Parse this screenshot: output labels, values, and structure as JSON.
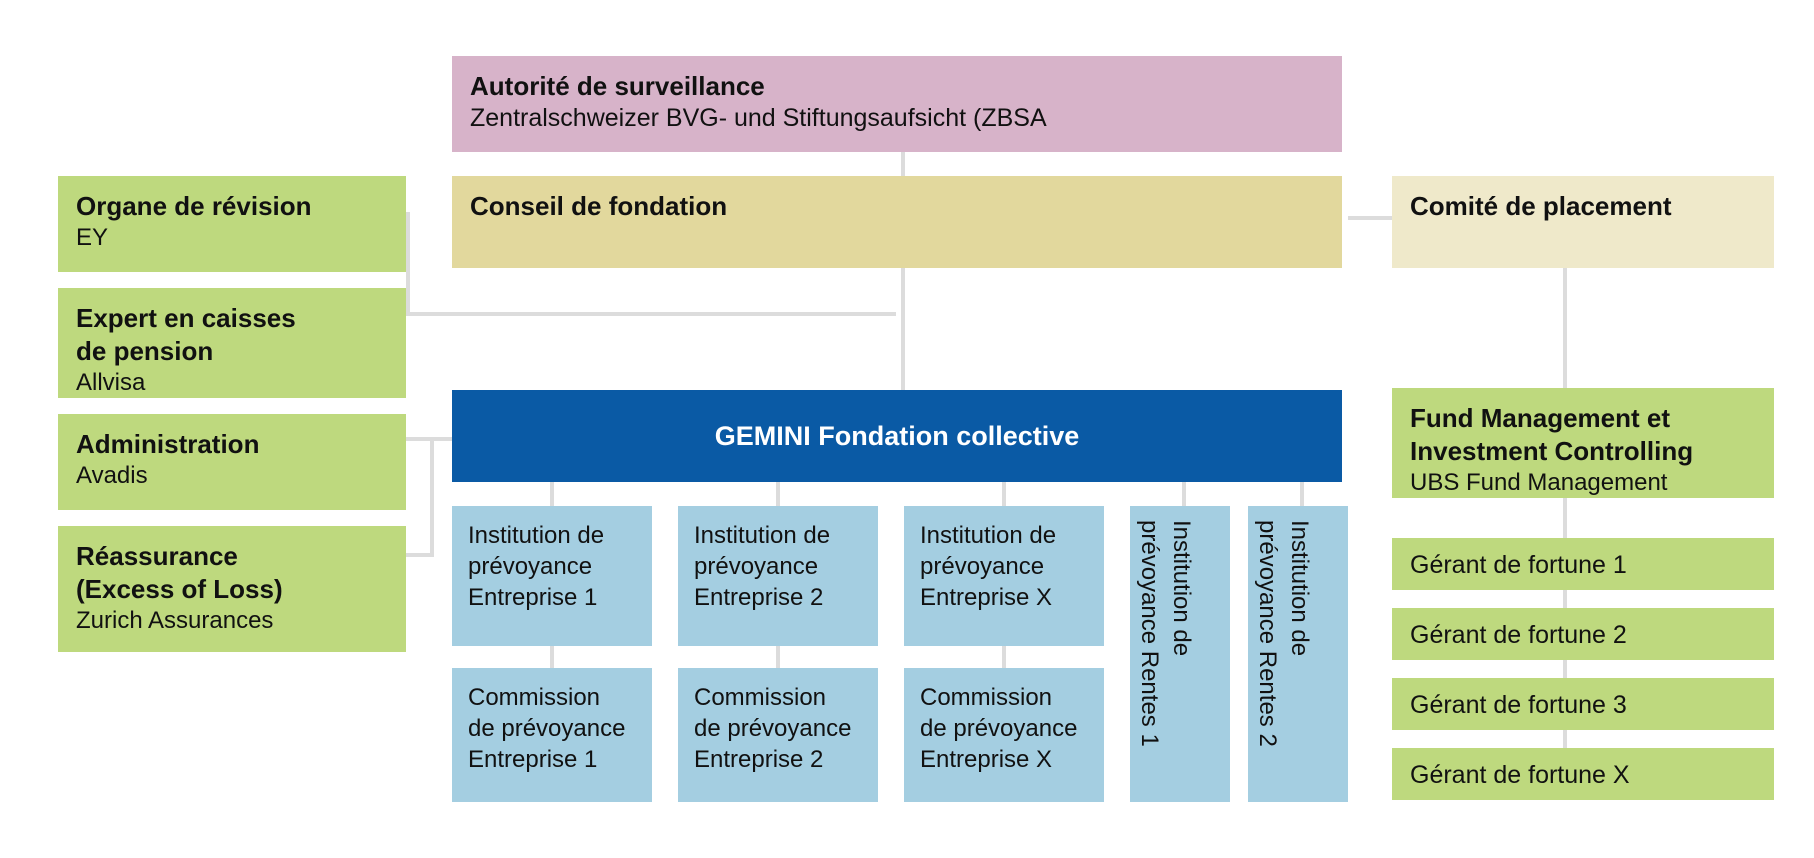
{
  "meta": {
    "title": "GEMINI Fondation collective — Organigramme",
    "type": "organizational-chart",
    "colors": {
      "supervisory": "#d7b3c9",
      "board": "#e2d89d",
      "committee": "#efe9ca",
      "green": "#bed97e",
      "foundation": "#0a5aa5",
      "institution": "#a4cee1",
      "connector": "#dcdcdc",
      "background": "#ffffff",
      "text": "#111111",
      "foundation_text": "#ffffff"
    }
  },
  "supervisory_authority": {
    "title": "Autorité de surveillance",
    "subtitle": "Zentralschweizer BVG- und Stiftungsaufsicht (ZBSA"
  },
  "board": {
    "title": "Conseil de fondation"
  },
  "investment_committee": {
    "title": "Comité de placement"
  },
  "left_column": [
    {
      "title": "Organe de révision",
      "subtitle": "EY"
    },
    {
      "title": "Expert en caisses\nde pension",
      "title_line1": "Expert en caisses",
      "title_line2": "de pension",
      "subtitle": "Allvisa"
    },
    {
      "title": "Administration",
      "subtitle": "Avadis"
    },
    {
      "title_line1": "Réassurance",
      "title_line2": "(Excess of Loss)",
      "subtitle": "Zurich Assurances"
    }
  ],
  "foundation": {
    "title": "GEMINI Fondation collective"
  },
  "institutions": [
    {
      "line1": "Institution de",
      "line2": "prévoyance",
      "line3": "Entreprise 1",
      "orientation": "horizontal"
    },
    {
      "line1": "Institution de",
      "line2": "prévoyance",
      "line3": "Entreprise 2",
      "orientation": "horizontal"
    },
    {
      "line1": "Institution de",
      "line2": "prévoyance",
      "line3": "Entreprise X",
      "orientation": "horizontal"
    },
    {
      "line1": "Institution de",
      "line2": "prévoyance Rentes 1",
      "orientation": "vertical"
    },
    {
      "line1": "Institution de",
      "line2": "prévoyance Rentes 2",
      "orientation": "vertical"
    }
  ],
  "commissions": [
    {
      "line1": "Commission",
      "line2": "de prévoyance",
      "line3": "Entreprise 1"
    },
    {
      "line1": "Commission",
      "line2": "de prévoyance",
      "line3": "Entreprise 2"
    },
    {
      "line1": "Commission",
      "line2": "de prévoyance",
      "line3": "Entreprise X"
    }
  ],
  "right_column": {
    "fund_management": {
      "title_line1": "Fund Management et",
      "title_line2": "Investment Controlling",
      "subtitle": "UBS Fund Management"
    },
    "asset_managers": [
      {
        "label": "Gérant de fortune 1"
      },
      {
        "label": "Gérant de fortune 2"
      },
      {
        "label": "Gérant de fortune 3"
      },
      {
        "label": "Gérant de fortune X"
      }
    ]
  }
}
